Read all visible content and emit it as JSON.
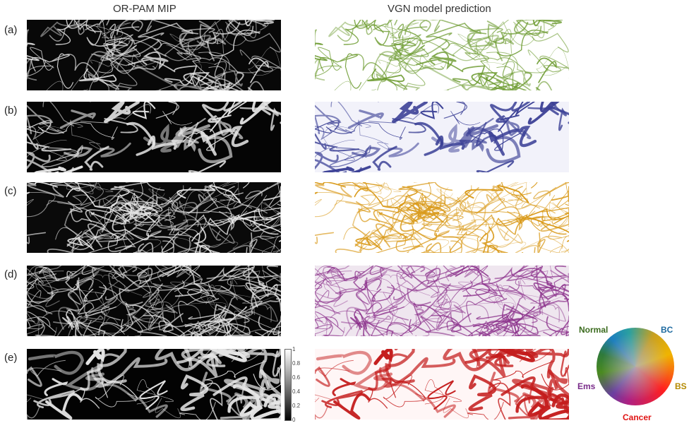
{
  "columns": {
    "left_title": "OR-PAM MIP",
    "right_title": "VGN model prediction"
  },
  "rows": [
    {
      "label": "(a)",
      "color": "#6b9a2e"
    },
    {
      "label": "(b)",
      "color": "#3a3f95"
    },
    {
      "label": "(c)",
      "color": "#d99a1a"
    },
    {
      "label": "(d)",
      "color": "#8a2f8a"
    },
    {
      "label": "(e)",
      "color": "#c41c1c"
    }
  ],
  "colorbar": {
    "ticks": [
      "1",
      "0.8",
      "0.6",
      "0.4",
      "0.2",
      "0"
    ]
  },
  "color_wheel": {
    "labels": {
      "normal": "Normal",
      "bc": "BC",
      "ems": "Ems",
      "bs": "BS",
      "cancer": "Cancer"
    },
    "colors": {
      "normal": "#3b6b1e",
      "bc": "#1e6aa0",
      "ems": "#7a2c8a",
      "bs": "#b58a00",
      "cancer": "#e01414"
    }
  }
}
